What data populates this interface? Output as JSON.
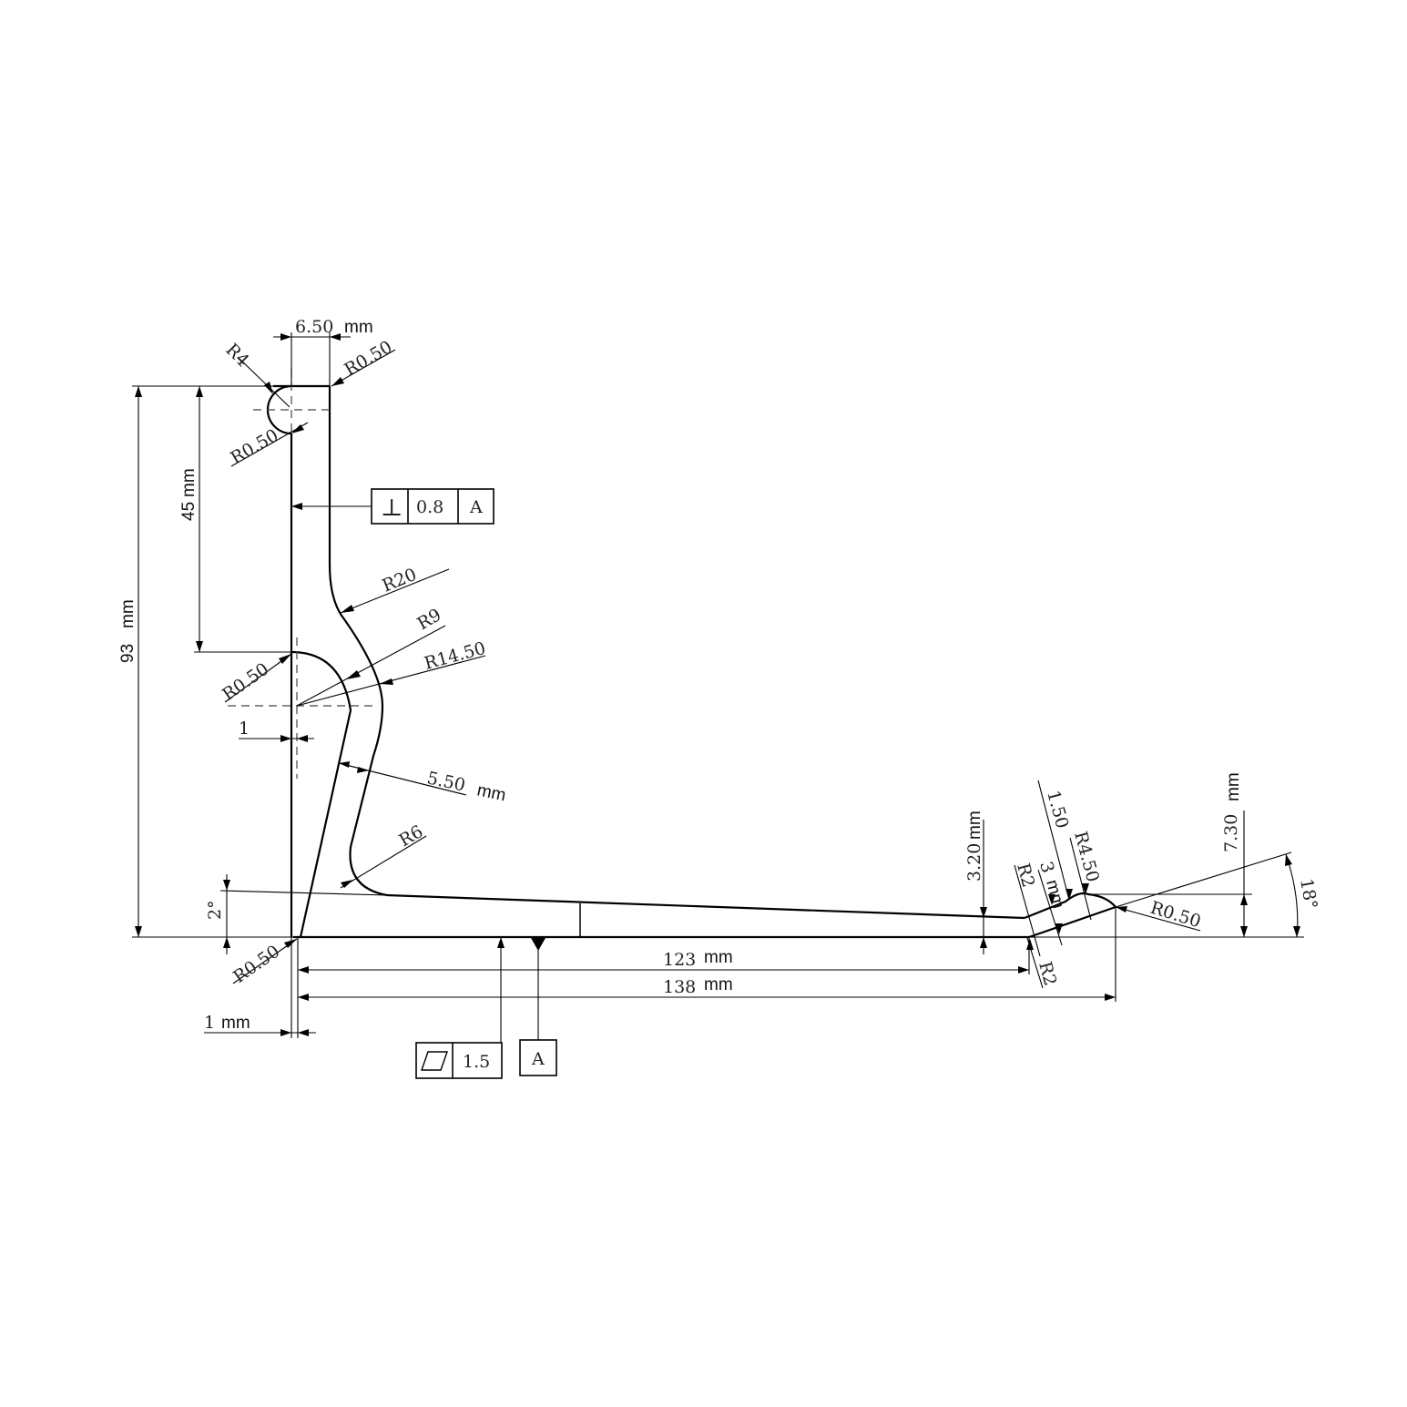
{
  "drawing": {
    "units": "mm",
    "dimensions": {
      "top_width": {
        "value": "6.50",
        "unit": "mm"
      },
      "overall_height": {
        "value": "93",
        "unit": "mm"
      },
      "upper_height": {
        "value": "45",
        "unit": "mm"
      },
      "offset_small": {
        "value": "1"
      },
      "offset_bottom": {
        "value": "1",
        "unit": "mm"
      },
      "web_thickness": {
        "value": "5.50",
        "unit": "mm"
      },
      "base_length_123": {
        "value": "123",
        "unit": "mm"
      },
      "base_length_138": {
        "value": "138",
        "unit": "mm"
      },
      "tip_thickness": {
        "value": "3.20",
        "unit": "mm"
      },
      "lip_thickness": {
        "value": "3",
        "unit": "mm"
      },
      "lip_height": {
        "value": "7.30",
        "unit": "mm"
      },
      "partial_label": {
        "value": "1.50"
      }
    },
    "radii": {
      "r4": "R4",
      "r050_top_right": "R0.50",
      "r050_top_left": "R0.50",
      "r20": "R20",
      "r9": "R9",
      "r1450": "R14.50",
      "r050_mid": "R0.50",
      "r6": "R6",
      "r050_bottom": "R0.50",
      "r2_upper": "R2",
      "r2_lower": "R2",
      "r450": "R4.50",
      "r050_tip": "R0.50"
    },
    "angles": {
      "base_taper": "2°",
      "lip_angle": "18°"
    },
    "gdt": {
      "perpendicularity": {
        "symbol": "⊥",
        "tolerance": "0.8",
        "datum": "A"
      },
      "flatness": {
        "symbol": "▱",
        "tolerance": "1.5"
      },
      "datum_label": "A"
    }
  }
}
